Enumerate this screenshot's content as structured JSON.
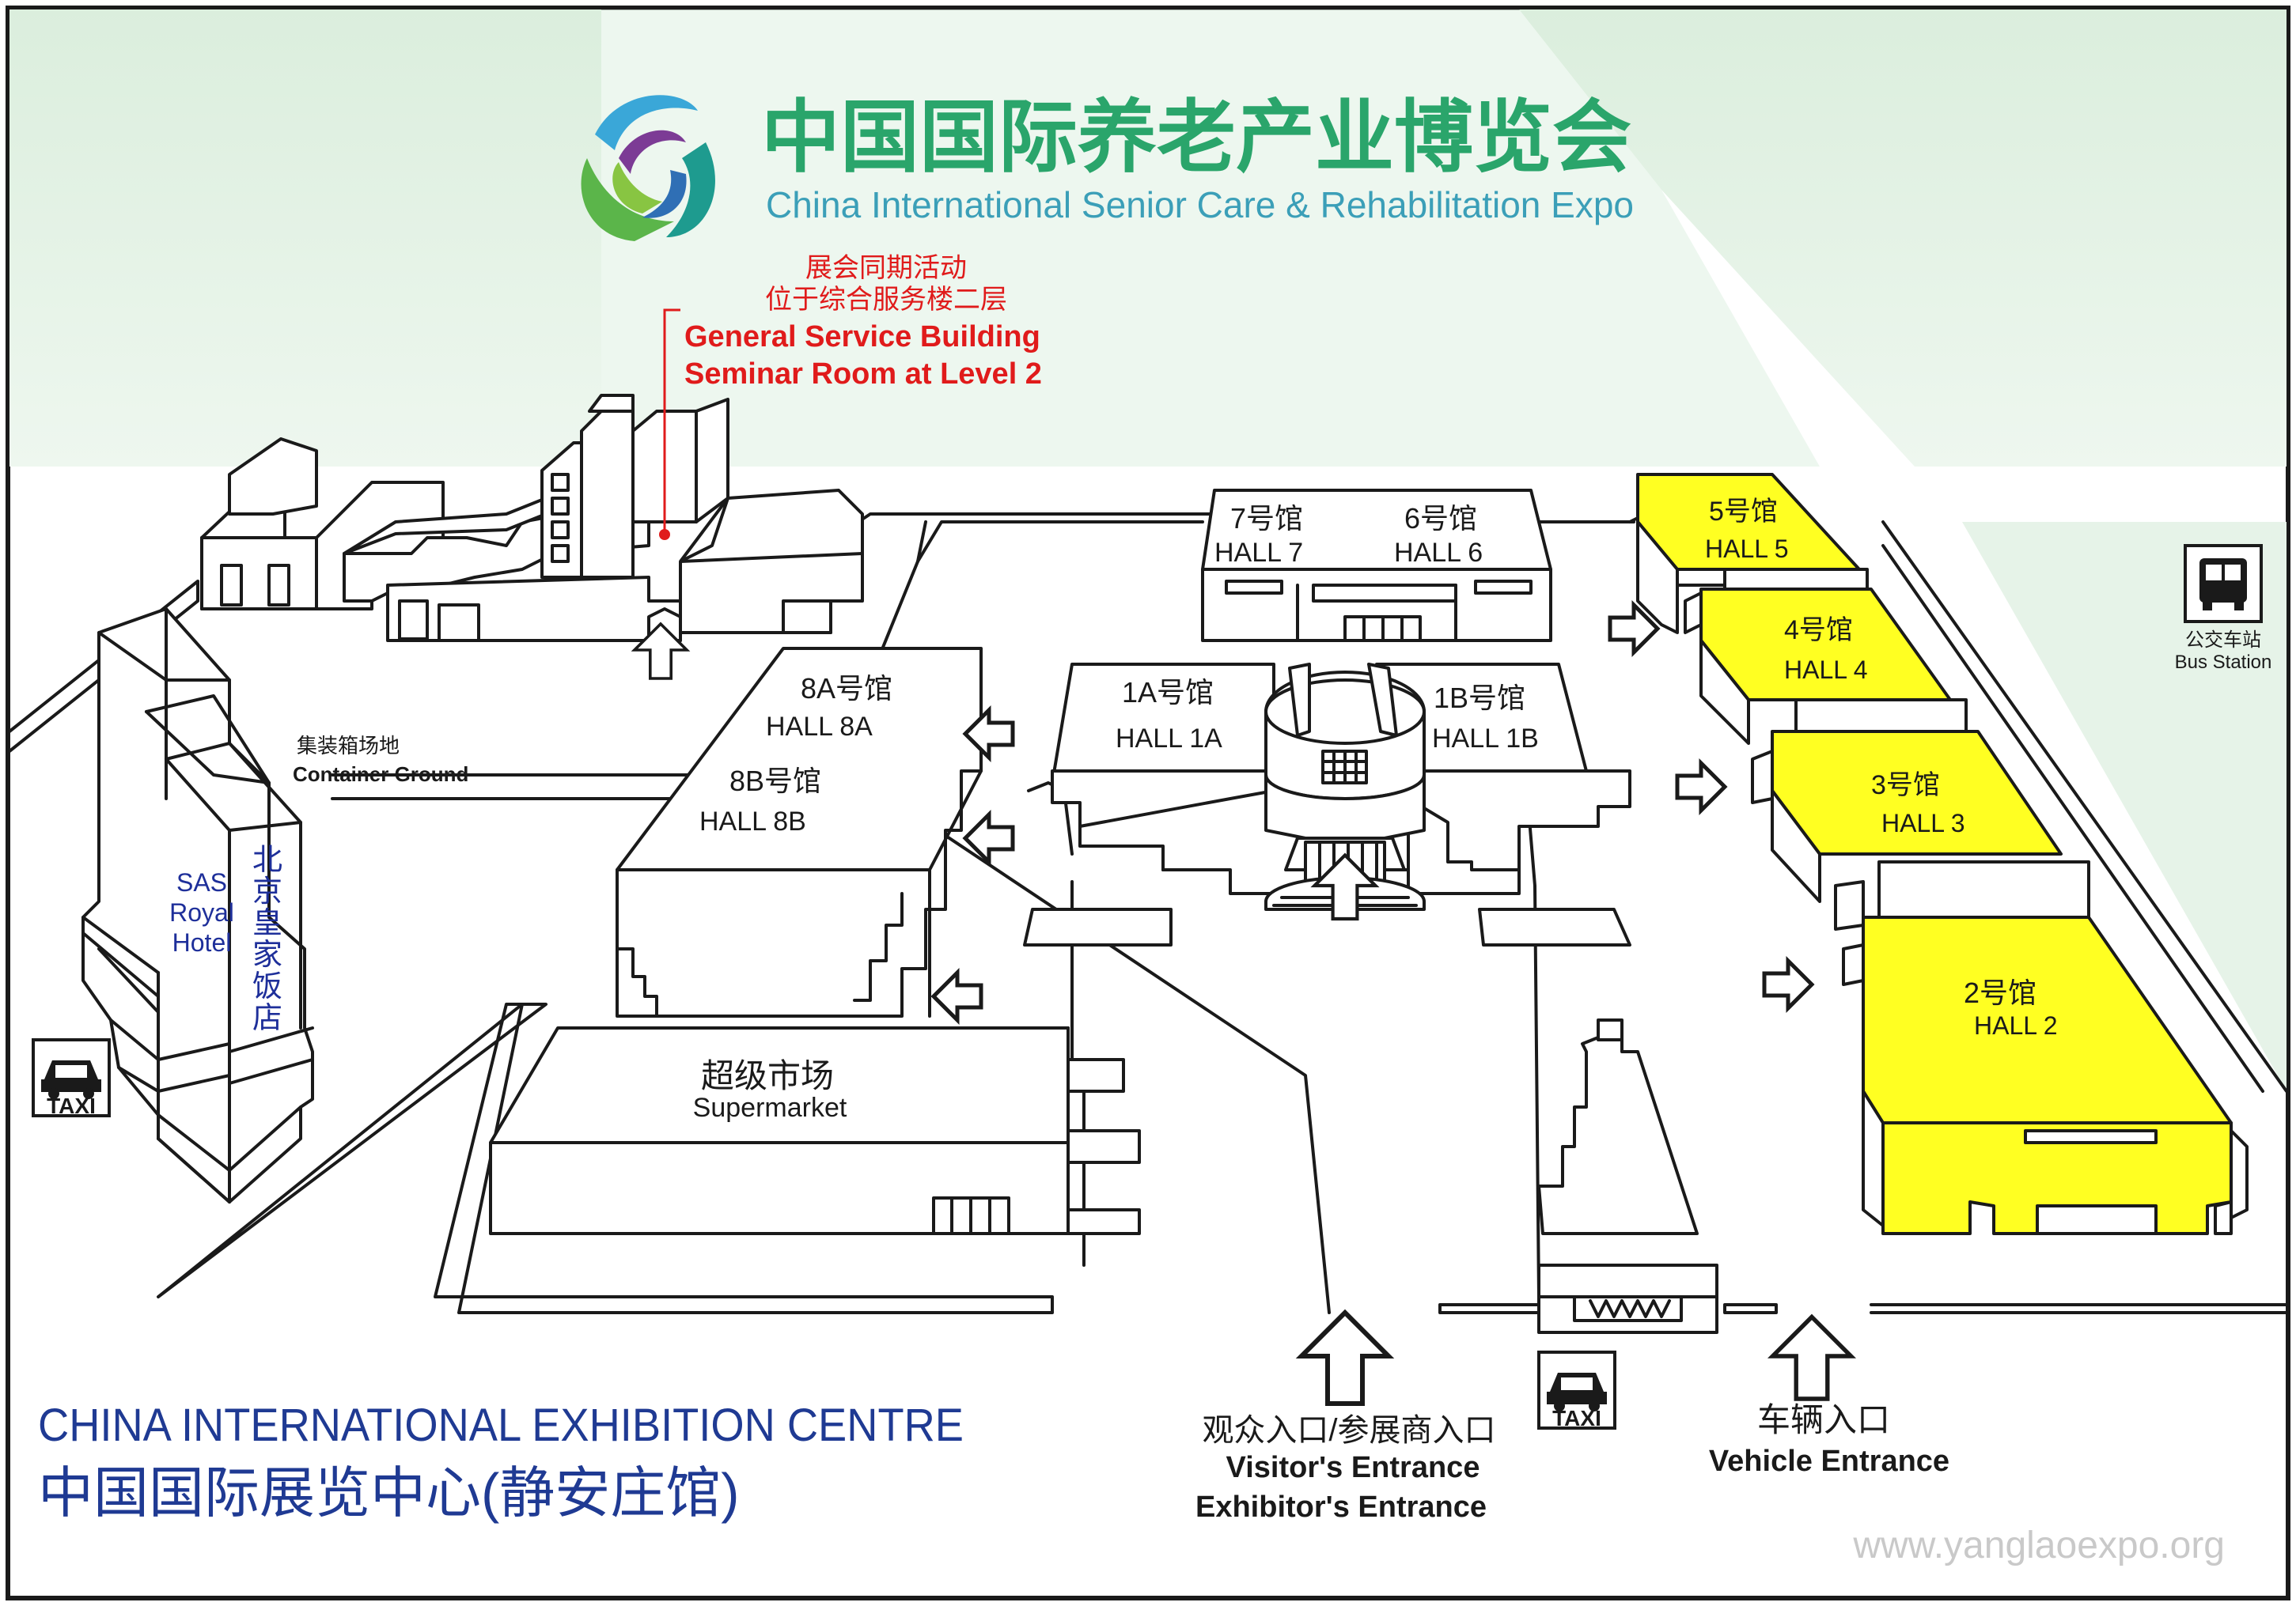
{
  "header": {
    "title_cn": "中国国际养老产业博览会",
    "title_en": "China International Senior Care & Rehabilitation Expo"
  },
  "seminar": {
    "cn_line1": "展会同期活动",
    "cn_line2": "位于综合服务楼二层",
    "en_line1": "General Service Building",
    "en_line2": "Seminar Room at Level 2"
  },
  "halls": {
    "h7": {
      "cn": "7号馆",
      "en": "HALL 7"
    },
    "h6": {
      "cn": "6号馆",
      "en": "HALL 6"
    },
    "h5": {
      "cn": "5号馆",
      "en": "HALL 5"
    },
    "h4": {
      "cn": "4号馆",
      "en": "HALL 4"
    },
    "h3": {
      "cn": "3号馆",
      "en": "HALL 3"
    },
    "h2": {
      "cn": "2号馆",
      "en": "HALL 2"
    },
    "h1a": {
      "cn": "1A号馆",
      "en": "HALL 1A"
    },
    "h1b": {
      "cn": "1B号馆",
      "en": "HALL 1B"
    },
    "h8a": {
      "cn": "8A号馆",
      "en": "HALL 8A"
    },
    "h8b": {
      "cn": "8B号馆",
      "en": "HALL 8B"
    }
  },
  "container": {
    "cn": "集装箱场地",
    "en": "Container Ground"
  },
  "hotel": {
    "en1": "SAS",
    "en2": "Royal",
    "en3": "Hotel",
    "cn": [
      "北",
      "京",
      "皇",
      "家",
      "饭",
      "店"
    ]
  },
  "supermarket": {
    "cn": "超级市场",
    "en": "Supermarket"
  },
  "bus": {
    "cn": "公交车站",
    "en": "Bus Station"
  },
  "taxi": "TAXI",
  "entrances": {
    "visitor_cn": "观众入口/参展商入口",
    "visitor_en": "Visitor's Entrance",
    "exhibitor_en": "Exhibitor's Entrance",
    "vehicle_cn": "车辆入口",
    "vehicle_en": "Vehicle Entrance"
  },
  "venue": {
    "en": "CHINA INTERNATIONAL EXHIBITION CENTRE",
    "cn": "中国国际展览中心(静安庄馆)"
  },
  "website": "www.yanglaoexpo.org",
  "colors": {
    "highlight_hall": "#ffff22",
    "title_green": "#2aa56b",
    "subtitle_teal": "#3b9fb8",
    "seminar_red": "#e01b1b",
    "venue_blue": "#1f3a93",
    "hotel_blue": "#1e2f9a",
    "background_green": "#e6f3e8"
  }
}
